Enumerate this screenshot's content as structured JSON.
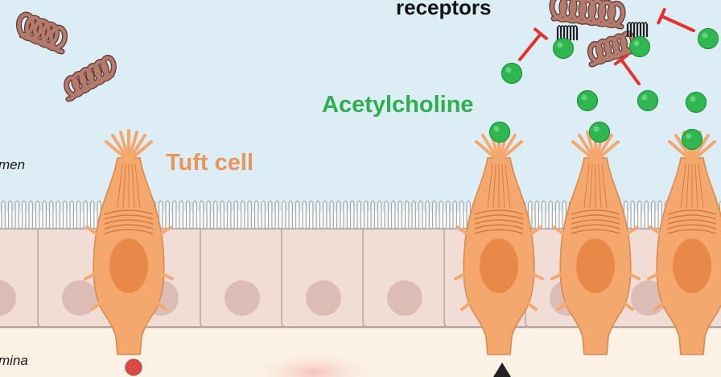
{
  "labels": {
    "receptors": "receptors",
    "acetylcholine": "Acetylcholine",
    "tuft_cell": "Tuft cell",
    "lumen": "men",
    "lamina": "mina"
  },
  "colors": {
    "lumen_bg": "#dcedf5",
    "epithelium": "#f1dcd6",
    "lamina_bg": "#fbf1e5",
    "tuft_cell": "#f5a86e",
    "tuft_outline": "#d98a4e",
    "tuft_nucleus": "#e8894a",
    "acetylcholine": "#2fb84f",
    "acetylcholine_label": "#2eae4c",
    "tuft_label": "#e8965a",
    "inhibition": "#e5322e",
    "worm": "#b47a6c",
    "worm_outline": "#5e3a32",
    "receptor": "#1e1e1e",
    "signal_dot": "#d94b44"
  },
  "icons": [
    "helminth-worm-icon",
    "acetylcholine-molecule-icon",
    "receptor-icon",
    "inhibition-arrow-icon",
    "tuft-cell-icon"
  ]
}
